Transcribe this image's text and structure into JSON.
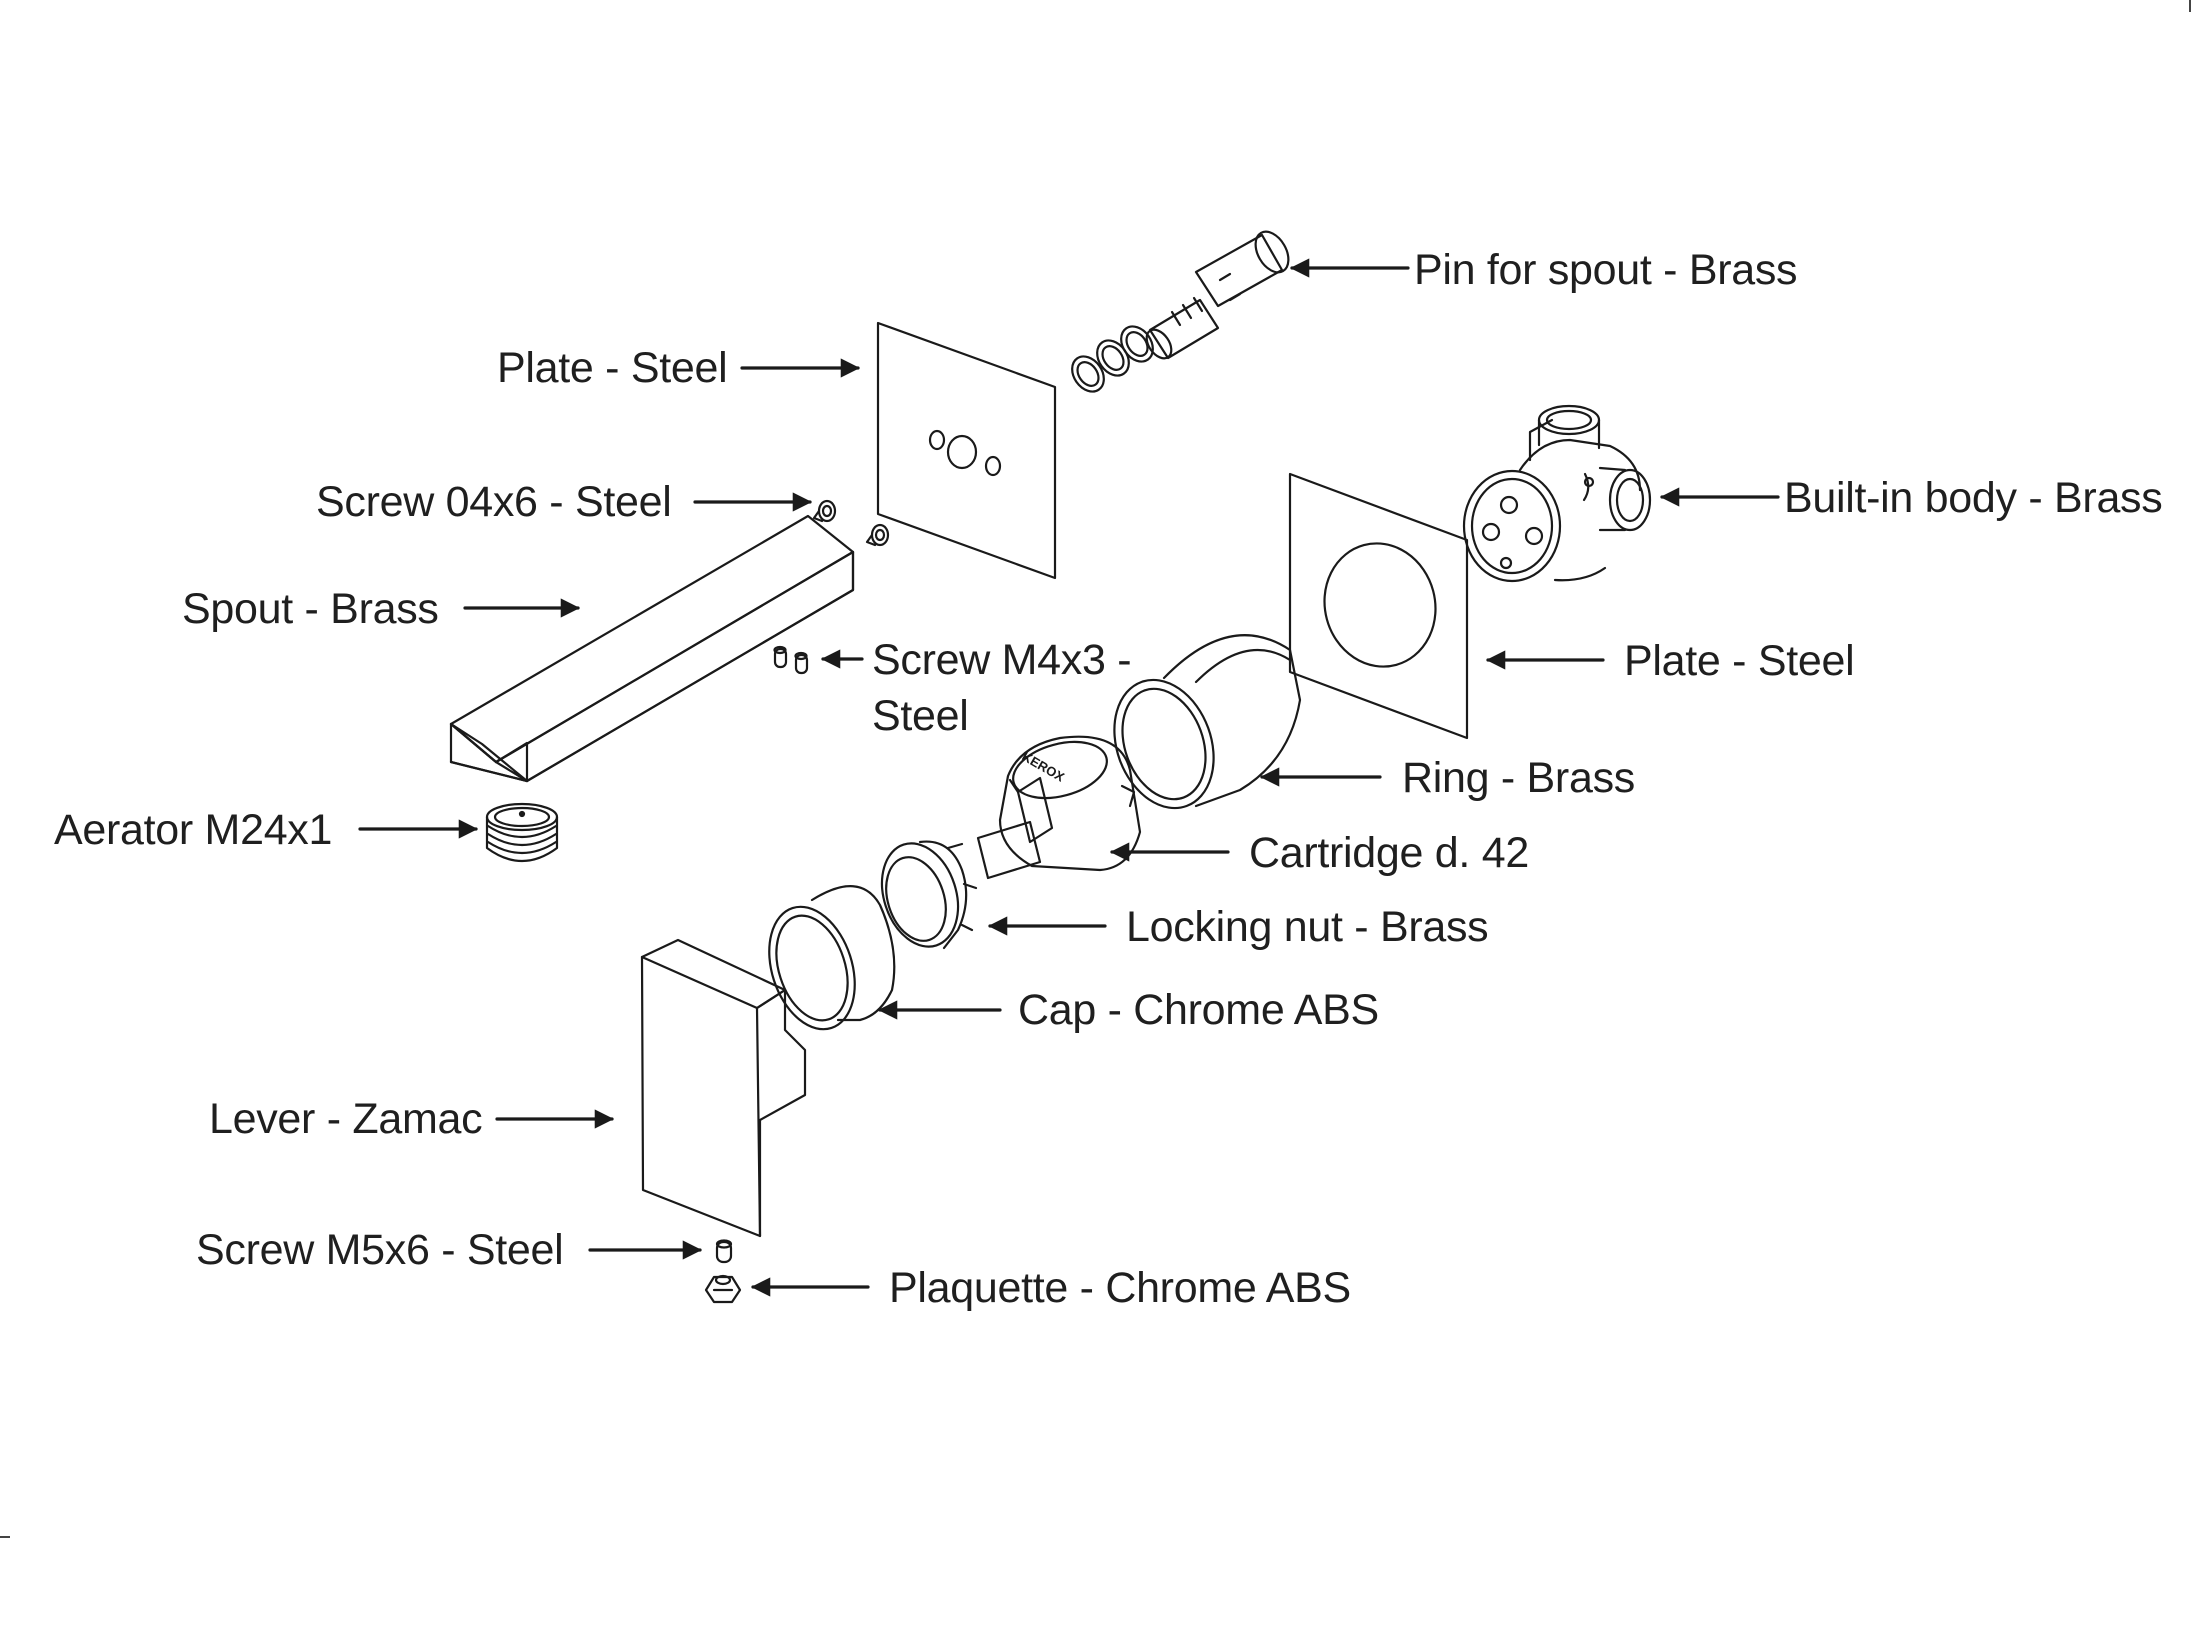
{
  "labels": {
    "pin_for_spout": "Pin for spout - Brass",
    "plate_steel_top": "Plate - Steel",
    "built_in_body": "Built-in body - Brass",
    "screw_04x6": "Screw 04x6 - Steel",
    "spout": "Spout - Brass",
    "screw_m4x3": "Screw M4x3 - Steel",
    "plate_steel_right": "Plate - Steel",
    "ring": "Ring - Brass",
    "aerator": "Aerator M24x1",
    "cartridge": "Cartridge d. 42",
    "locking_nut": "Locking nut - Brass",
    "cap": "Cap - Chrome ABS",
    "lever": "Lever - Zamac",
    "screw_m5x6": "Screw M5x6 - Steel",
    "plaquette": "Plaquette - Chrome ABS"
  },
  "cartridge_brand": "KEROX",
  "colors": {
    "line": "#1a1a1a",
    "text": "#1f1f1f",
    "background": "#ffffff"
  }
}
